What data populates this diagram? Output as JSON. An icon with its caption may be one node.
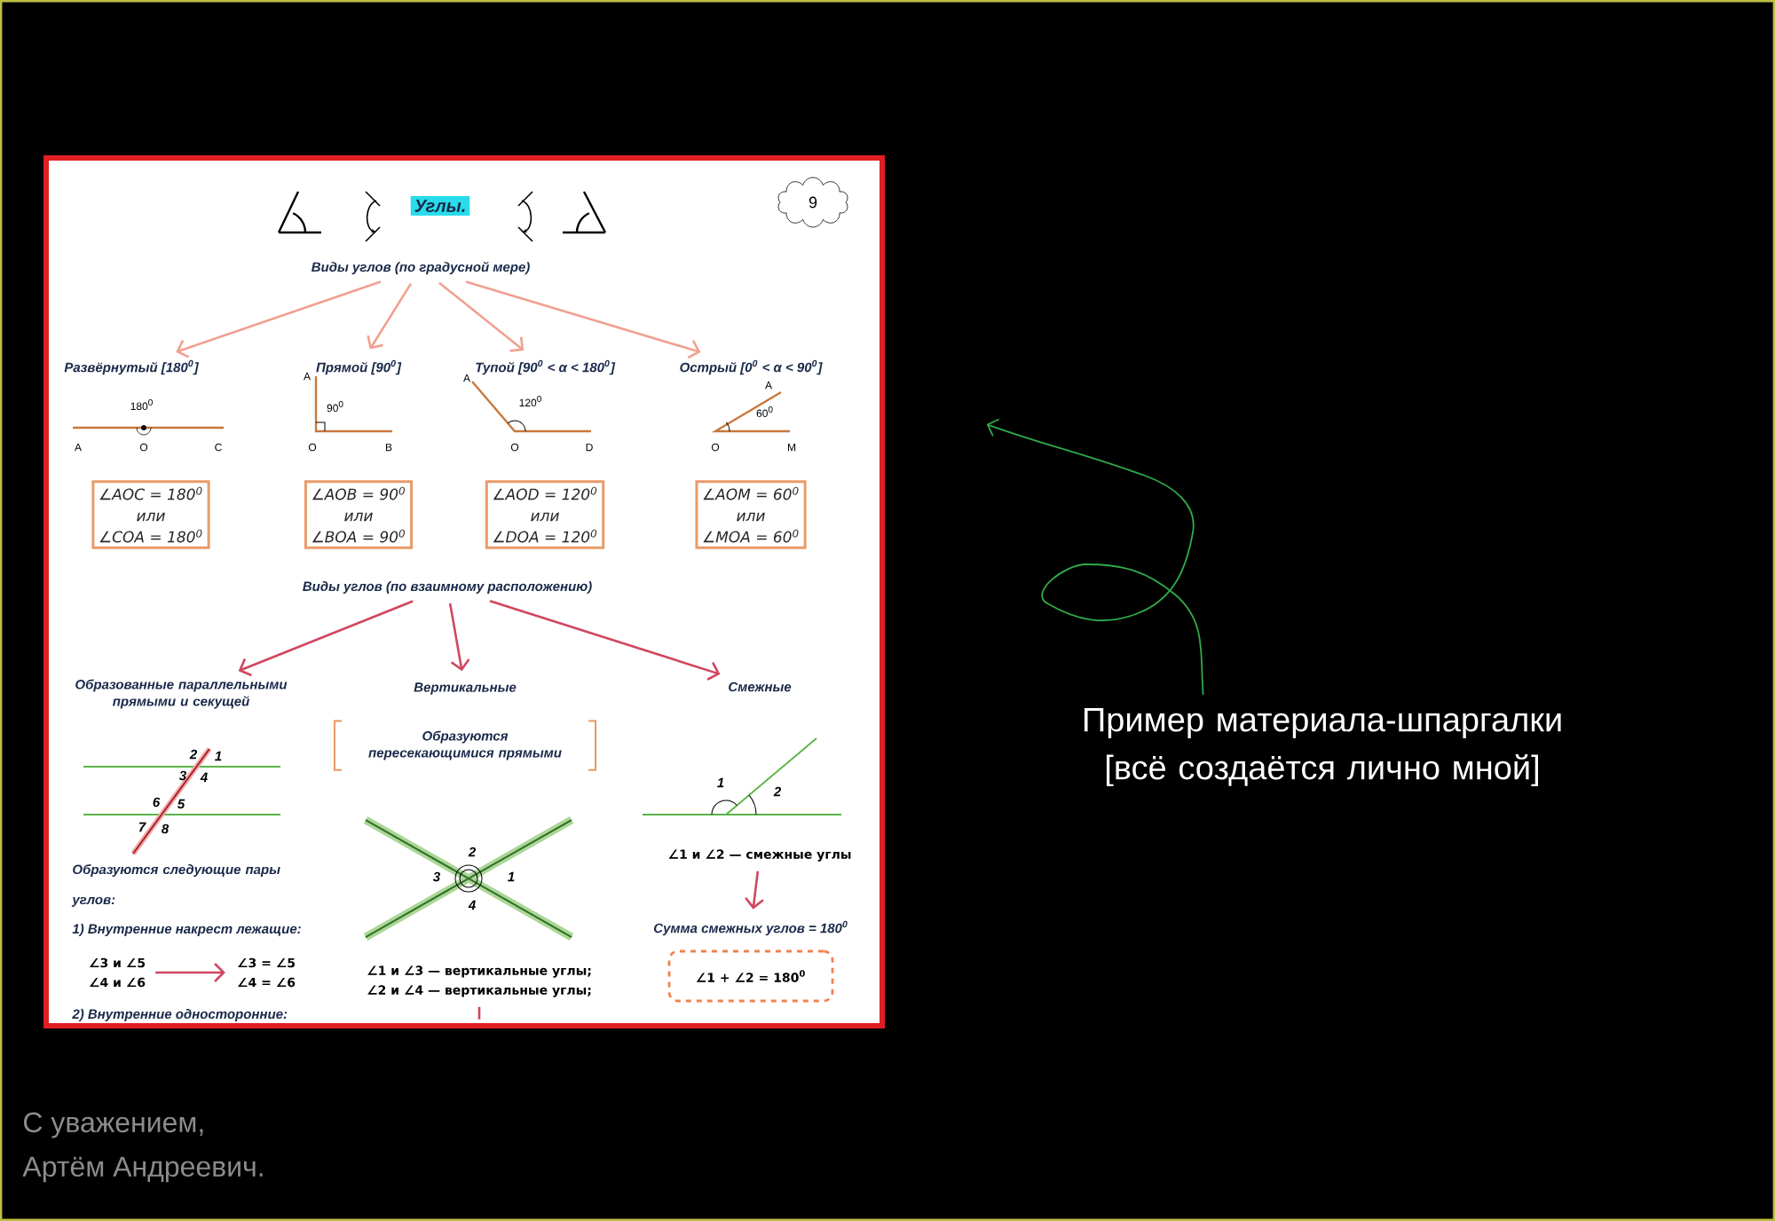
{
  "diagram": {
    "nodes": [
      {
        "text": [
          "Углы."
        ]
      },
      {
        "text": [
          "9"
        ]
      },
      {
        "text": [
          "Виды углов (по градусной мере)"
        ]
      },
      {
        "text": [
          "Развёрнутый [180$^{0}$]"
        ]
      },
      {
        "text": [
          "Прямой [90$^{0}$]"
        ]
      },
      {
        "text": [
          "Тупой [90$^{0}$ < α < 180$^{0}$]"
        ]
      },
      {
        "text": [
          "Острый [0$^{0}$ < α < 90$^{0}$]"
        ]
      },
      {
        "text": [
          "∠AOC = 180$^{0}$",
          "или",
          "∠COA = 180$^{0}$"
        ]
      },
      {
        "text": [
          "∠AOB = 90$^{0}$",
          "или",
          "∠BOA = 90$^{0}$"
        ]
      },
      {
        "text": [
          "∠AOD = 120$^{0}$",
          "или",
          "∠DOA = 120$^{0}$"
        ]
      },
      {
        "text": [
          "∠AOM = 60$^{0}$",
          "или",
          "∠MOA = 60$^{0}$"
        ]
      },
      {
        "text": [
          "Виды углов (по взаимному расположению)"
        ]
      },
      {
        "text": [
          "Образованные параллельными прямыми и секущей"
        ]
      },
      {
        "text": [
          "Вертикальные"
        ]
      },
      {
        "text": [
          "Смежные"
        ]
      },
      {
        "text": [
          "Образуются пересекающимися прямыми"
        ]
      },
      {
        "text": [
          "∠1 и ∠2 — смежные углы"
        ]
      },
      {
        "text": [
          "Сумма смежных углов = 180$^{0}$"
        ]
      },
      {
        "text": [
          "∠1 + ∠2 = 180$^{0}$"
        ]
      },
      {
        "text": [
          "∠3 и ∠5",
          "∠4 и ∠6"
        ]
      },
      {
        "text": [
          "∠3 = ∠5",
          "∠4 = ∠6"
        ]
      },
      {
        "text": [
          "∠1 и ∠3 — вертикальные углы;",
          "∠2 и ∠4 — вертикальные углы;"
        ]
      },
      {
        "text": [
          "Пример материала-шпаргалки [всё создаётся лично мной]"
        ]
      }
    ],
    "edges": [
      {
        "from": 2,
        "to": 3,
        "arrow": "to",
        "color": "#f0a090"
      },
      {
        "from": 2,
        "to": 4,
        "arrow": "to",
        "color": "#f0a090"
      },
      {
        "from": 2,
        "to": 5,
        "arrow": "to",
        "color": "#f0a090"
      },
      {
        "from": 2,
        "to": 6,
        "arrow": "to",
        "color": "#f0a090"
      },
      {
        "from": 11,
        "to": 12,
        "arrow": "to"
      },
      {
        "from": 11,
        "to": 13,
        "arrow": "to"
      },
      {
        "from": 11,
        "to": 14,
        "arrow": "to"
      },
      {
        "from": 16,
        "to": 17,
        "arrow": "to"
      },
      {
        "from": 19,
        "to": 20,
        "arrow": "to"
      },
      {
        "from": 21,
        "to": null,
        "arrow": "none"
      },
      {
        "from": 22,
        "to": null,
        "arrow": "to",
        "color": "#2faa4a"
      }
    ],
    "labels": [
      "180$^{0}$",
      "A",
      "O",
      "C",
      "A",
      "90$^{0}$",
      "O",
      "B",
      "A",
      "120$^{0}$",
      "O",
      "D",
      "A",
      "60$^{0}$",
      "O",
      "M",
      "2",
      "1",
      "3",
      "4",
      "6",
      "5",
      "7",
      "8",
      "2",
      "3",
      "1",
      "4",
      "1",
      "2",
      "Образуются следующие пары углов:",
      "1) Внутренние накрест лежащие:",
      "2) Внутренние односторонние:",
      "С уважением,",
      "Артём Андреевич."
    ]
  }
}
